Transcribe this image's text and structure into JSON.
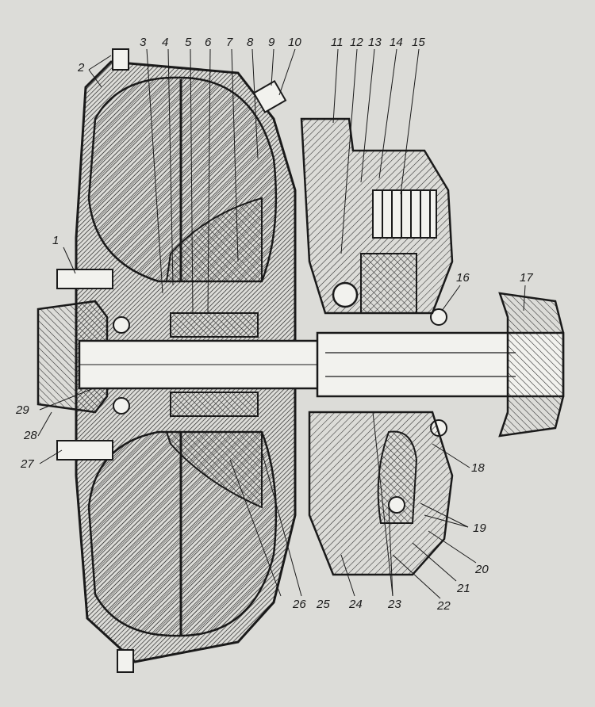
{
  "diagram": {
    "colors": {
      "paper": "#dcdcd8",
      "ink": "#1a1a1a",
      "hatch": "#2b2b2b",
      "metal": "#f2f2ee"
    },
    "callouts": [
      {
        "id": "1",
        "text": "1"
      },
      {
        "id": "2",
        "text": "2"
      },
      {
        "id": "3",
        "text": "3"
      },
      {
        "id": "4",
        "text": "4"
      },
      {
        "id": "5",
        "text": "5"
      },
      {
        "id": "6",
        "text": "6"
      },
      {
        "id": "7",
        "text": "7"
      },
      {
        "id": "8",
        "text": "8"
      },
      {
        "id": "9",
        "text": "9"
      },
      {
        "id": "10",
        "text": "10"
      },
      {
        "id": "11",
        "text": "11"
      },
      {
        "id": "12",
        "text": "12"
      },
      {
        "id": "13",
        "text": "13"
      },
      {
        "id": "14",
        "text": "14"
      },
      {
        "id": "15",
        "text": "15"
      },
      {
        "id": "16",
        "text": "16"
      },
      {
        "id": "17",
        "text": "17"
      },
      {
        "id": "18",
        "text": "18"
      },
      {
        "id": "19",
        "text": "19"
      },
      {
        "id": "20",
        "text": "20"
      },
      {
        "id": "21",
        "text": "21"
      },
      {
        "id": "22",
        "text": "22"
      },
      {
        "id": "23",
        "text": "23"
      },
      {
        "id": "24",
        "text": "24"
      },
      {
        "id": "25",
        "text": "25"
      },
      {
        "id": "26",
        "text": "26"
      },
      {
        "id": "27",
        "text": "27"
      },
      {
        "id": "28",
        "text": "28"
      },
      {
        "id": "29",
        "text": "29"
      }
    ]
  }
}
